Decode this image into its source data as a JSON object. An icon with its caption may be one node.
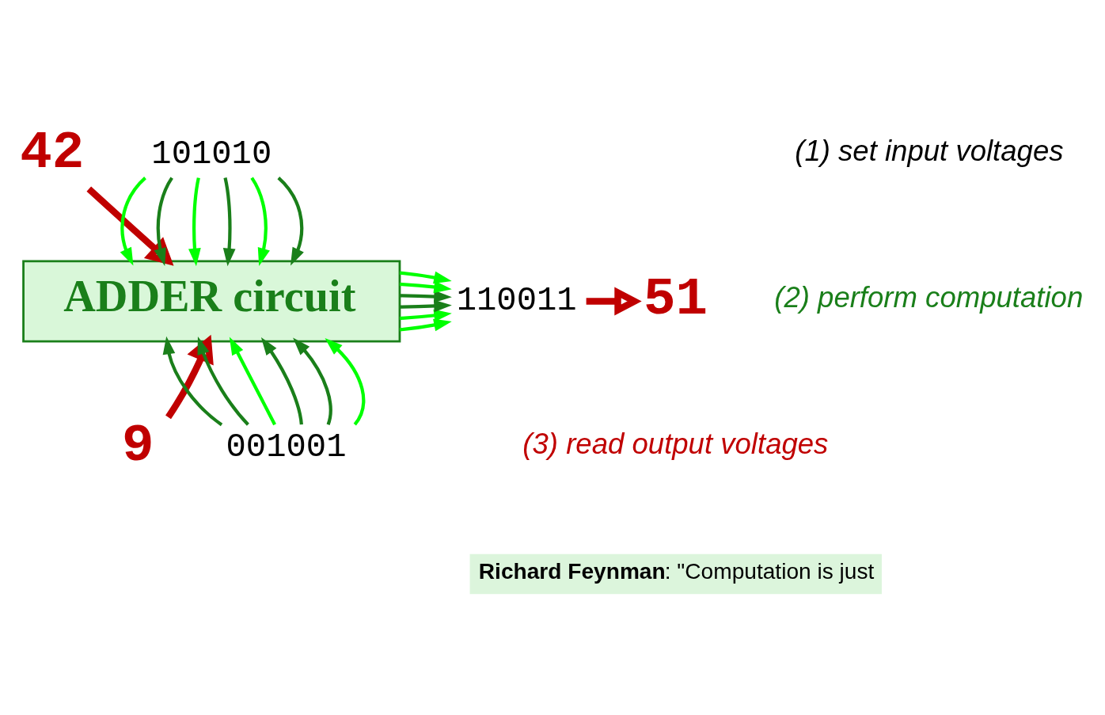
{
  "diagram": {
    "nodes": [
      {
        "text": [
          "42"
        ]
      },
      {
        "text": [
          "101010"
        ]
      },
      {
        "text": [
          "ADDER circuit"
        ]
      },
      {
        "text": [
          "110011"
        ]
      },
      {
        "text": [
          "51"
        ]
      },
      {
        "text": [
          "9"
        ]
      },
      {
        "text": [
          "001001"
        ]
      }
    ],
    "edges": [
      {
        "from": 0,
        "to": 2,
        "arrow": "to",
        "style": "thick",
        "color": "#c00000"
      },
      {
        "from": 1,
        "to": 2,
        "arrow": "to",
        "color": "#00ff00"
      },
      {
        "from": 1,
        "to": 2,
        "arrow": "to",
        "color": "#1a7f1a"
      },
      {
        "from": 1,
        "to": 2,
        "arrow": "to",
        "color": "#00ff00"
      },
      {
        "from": 1,
        "to": 2,
        "arrow": "to",
        "color": "#1a7f1a"
      },
      {
        "from": 1,
        "to": 2,
        "arrow": "to",
        "color": "#00ff00"
      },
      {
        "from": 1,
        "to": 2,
        "arrow": "to",
        "color": "#1a7f1a"
      },
      {
        "from": 2,
        "to": 3,
        "arrow": "to",
        "color": "#00ff00"
      },
      {
        "from": 2,
        "to": 3,
        "arrow": "to",
        "color": "#00ff00"
      },
      {
        "from": 2,
        "to": 3,
        "arrow": "to",
        "color": "#1a7f1a"
      },
      {
        "from": 2,
        "to": 3,
        "arrow": "to",
        "color": "#1a7f1a"
      },
      {
        "from": 2,
        "to": 3,
        "arrow": "to",
        "color": "#00ff00"
      },
      {
        "from": 2,
        "to": 3,
        "arrow": "to",
        "color": "#00ff00"
      },
      {
        "from": 3,
        "to": 4,
        "arrow": "to",
        "style": "thick",
        "color": "#c00000"
      },
      {
        "from": 5,
        "to": 2,
        "arrow": "to",
        "style": "thick",
        "color": "#c00000"
      },
      {
        "from": 6,
        "to": 2,
        "arrow": "to",
        "color": "#1a7f1a"
      },
      {
        "from": 6,
        "to": 2,
        "arrow": "to",
        "color": "#1a7f1a"
      },
      {
        "from": 6,
        "to": 2,
        "arrow": "to",
        "color": "#00ff00"
      },
      {
        "from": 6,
        "to": 2,
        "arrow": "to",
        "color": "#1a7f1a"
      },
      {
        "from": 6,
        "to": 2,
        "arrow": "to",
        "color": "#1a7f1a"
      },
      {
        "from": 6,
        "to": 2,
        "arrow": "to",
        "color": "#00ff00"
      }
    ],
    "labels": [
      "(1) set input voltages",
      "(2) perform computation",
      "(3) read output voltages",
      "**Richard Feynman**: \"Computation is just"
    ]
  }
}
